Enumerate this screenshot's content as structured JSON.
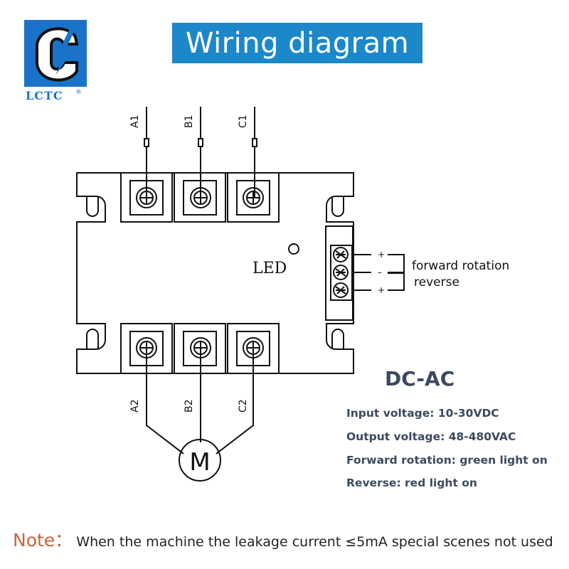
{
  "logo": {
    "text": "LCTC",
    "mark": "®",
    "color": "#1a73c8"
  },
  "title": "Wiring diagram",
  "title_bg": "#1c87c9",
  "diagram": {
    "input_terminals": [
      "A1",
      "B1",
      "C1"
    ],
    "output_terminals": [
      "A2",
      "B2",
      "C2"
    ],
    "led_label": "LED",
    "control_signs": [
      "+",
      "–",
      "+"
    ],
    "control_labels": [
      "forward rotation",
      "reverse"
    ],
    "motor_label": "M"
  },
  "specs": {
    "heading": "DC-AC",
    "lines": [
      "Input voltage: 10-30VDC",
      "Output voltage: 48-480VAC",
      "Forward rotation: green light on",
      "Reverse: red light on"
    ]
  },
  "note": {
    "label": "Note：",
    "text": "When the machine the leakage current ≤5mA special scenes not used"
  }
}
